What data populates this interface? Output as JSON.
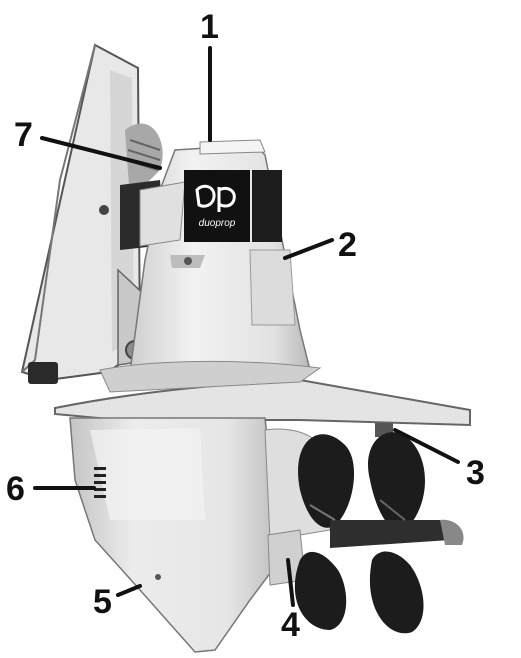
{
  "figure": {
    "brand_logo_text": "duoprop",
    "colors": {
      "ink": "#111111",
      "metal_light": "#ededed",
      "metal_mid": "#d2d2d2",
      "metal_shadow": "#9a9a9a",
      "propeller": "#1c1c1c",
      "paper": "#ffffff"
    },
    "callouts": [
      {
        "id": "1",
        "label": "1"
      },
      {
        "id": "2",
        "label": "2"
      },
      {
        "id": "3",
        "label": "3"
      },
      {
        "id": "4",
        "label": "4"
      },
      {
        "id": "5",
        "label": "5"
      },
      {
        "id": "6",
        "label": "6"
      },
      {
        "id": "7",
        "label": "7"
      }
    ]
  }
}
